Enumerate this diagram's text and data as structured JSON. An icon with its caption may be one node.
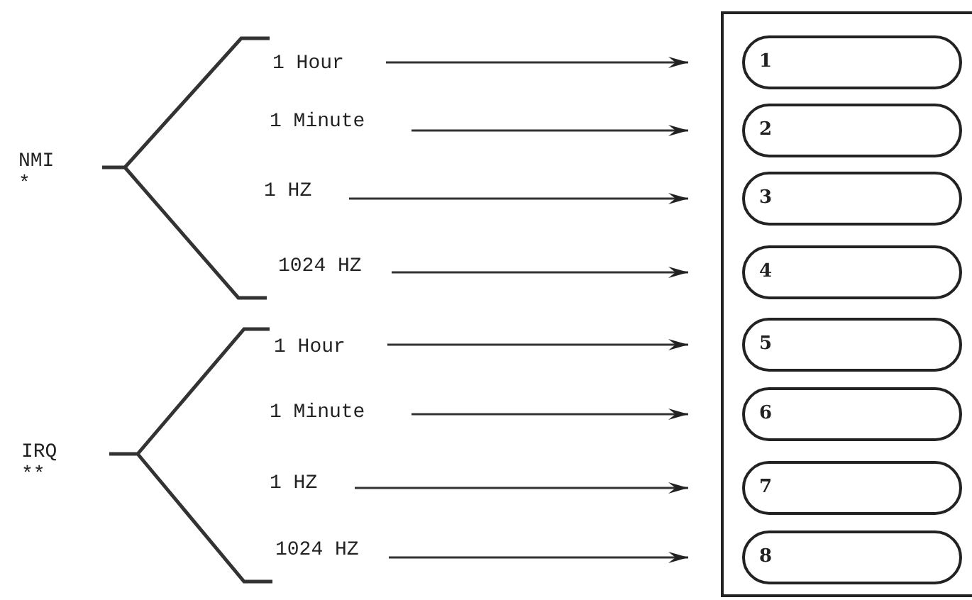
{
  "diagram": {
    "nodes": [
      {
        "text": [
          "NMI",
          "*"
        ]
      },
      {
        "text": [
          "1 Hour"
        ]
      },
      {
        "text": [
          "1 Minute"
        ]
      },
      {
        "text": [
          "1 HZ"
        ]
      },
      {
        "text": [
          "1024 HZ"
        ]
      },
      {
        "text": [
          "IRQ",
          "**"
        ]
      },
      {
        "text": [
          "1 Hour"
        ]
      },
      {
        "text": [
          "1 Minute"
        ]
      },
      {
        "text": [
          "1 HZ"
        ]
      },
      {
        "text": [
          "1024 HZ"
        ]
      },
      {
        "text": [],
        "shape": "box"
      },
      {
        "text": [
          "1"
        ],
        "in": 10
      },
      {
        "text": [
          "2"
        ],
        "in": 10
      },
      {
        "text": [
          "3"
        ],
        "in": 10
      },
      {
        "text": [
          "4"
        ],
        "in": 10
      },
      {
        "text": [
          "5"
        ],
        "in": 10
      },
      {
        "text": [
          "6"
        ],
        "in": 10
      },
      {
        "text": [
          "7"
        ],
        "in": 10
      },
      {
        "text": [
          "8"
        ],
        "in": 10
      }
    ],
    "edges": [
      {
        "from": 1,
        "to": 11,
        "arrow": "to"
      },
      {
        "from": 2,
        "to": 12,
        "arrow": "to"
      },
      {
        "from": 3,
        "to": 13,
        "arrow": "to"
      },
      {
        "from": 4,
        "to": 14,
        "arrow": "to"
      },
      {
        "from": 6,
        "to": 15,
        "arrow": "to"
      },
      {
        "from": 7,
        "to": 16,
        "arrow": "to"
      },
      {
        "from": 8,
        "to": 17,
        "arrow": "to"
      },
      {
        "from": 9,
        "to": 18,
        "arrow": "to"
      }
    ]
  }
}
